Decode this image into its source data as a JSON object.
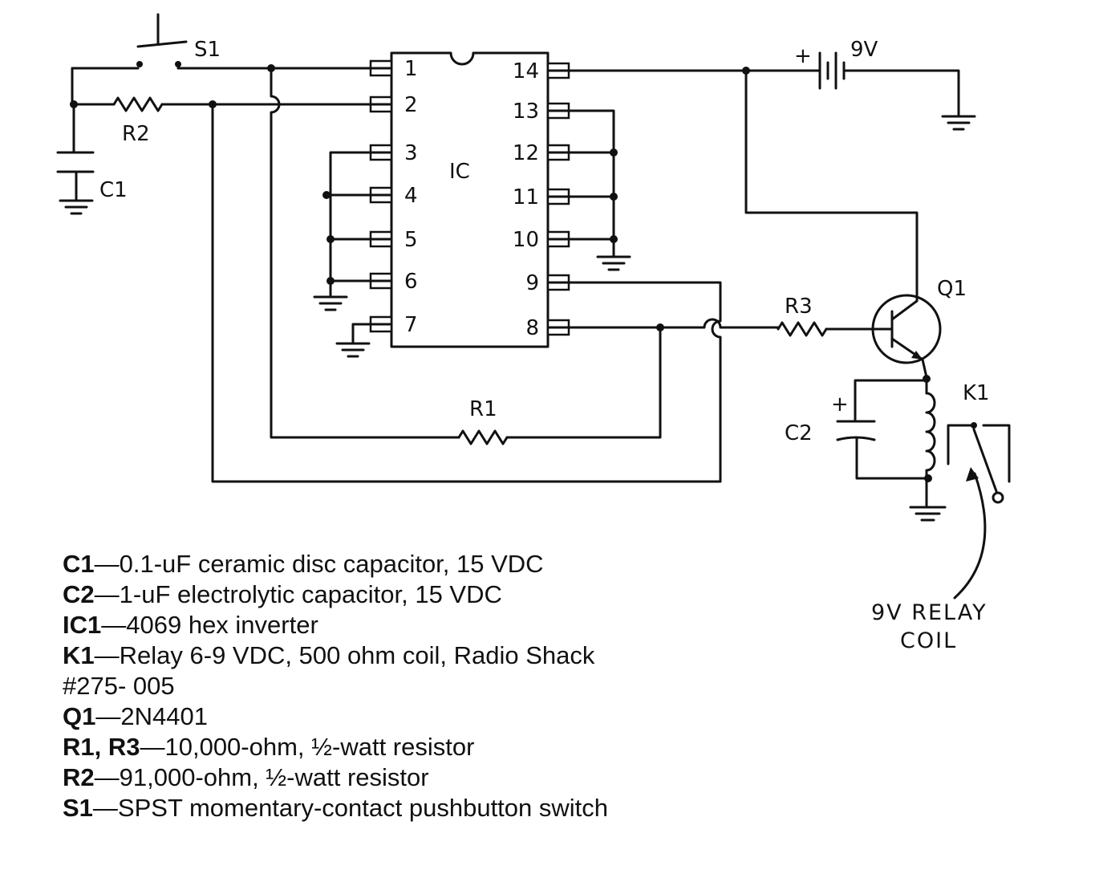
{
  "labels": {
    "s1": "S1",
    "r2": "R2",
    "c1": "C1",
    "ic": "IC",
    "battery": "9V",
    "battery_plus": "+",
    "q1": "Q1",
    "r3": "R3",
    "r1": "R1",
    "k1": "K1",
    "c2": "C2",
    "c2_plus": "+",
    "relay_note_line1": "9V RELAY",
    "relay_note_line2": "COIL"
  },
  "ic_pins_left": [
    "1",
    "2",
    "3",
    "4",
    "5",
    "6",
    "7"
  ],
  "ic_pins_right": [
    "14",
    "13",
    "12",
    "11",
    "10",
    "9",
    "8"
  ],
  "parts": [
    {
      "ref": "C1",
      "desc": "0.1-uF ceramic disc capacitor, 15 VDC"
    },
    {
      "ref": "C2",
      "desc": "1-uF electrolytic capacitor, 15 VDC"
    },
    {
      "ref": "IC1",
      "desc": "4069 hex inverter"
    },
    {
      "ref": "K1",
      "desc": "Relay 6-9 VDC, 500 ohm coil, Radio Shack"
    },
    {
      "ref": "",
      "desc": "#275- 005"
    },
    {
      "ref": "Q1",
      "desc": "2N4401"
    },
    {
      "ref": "R1, R3",
      "desc": "10,000-ohm, ½-watt resistor"
    },
    {
      "ref": "R2",
      "desc": "91,000-ohm, ½-watt resistor"
    },
    {
      "ref": "S1",
      "desc": "SPST momentary-contact pushbutton switch"
    }
  ],
  "separator": "—"
}
